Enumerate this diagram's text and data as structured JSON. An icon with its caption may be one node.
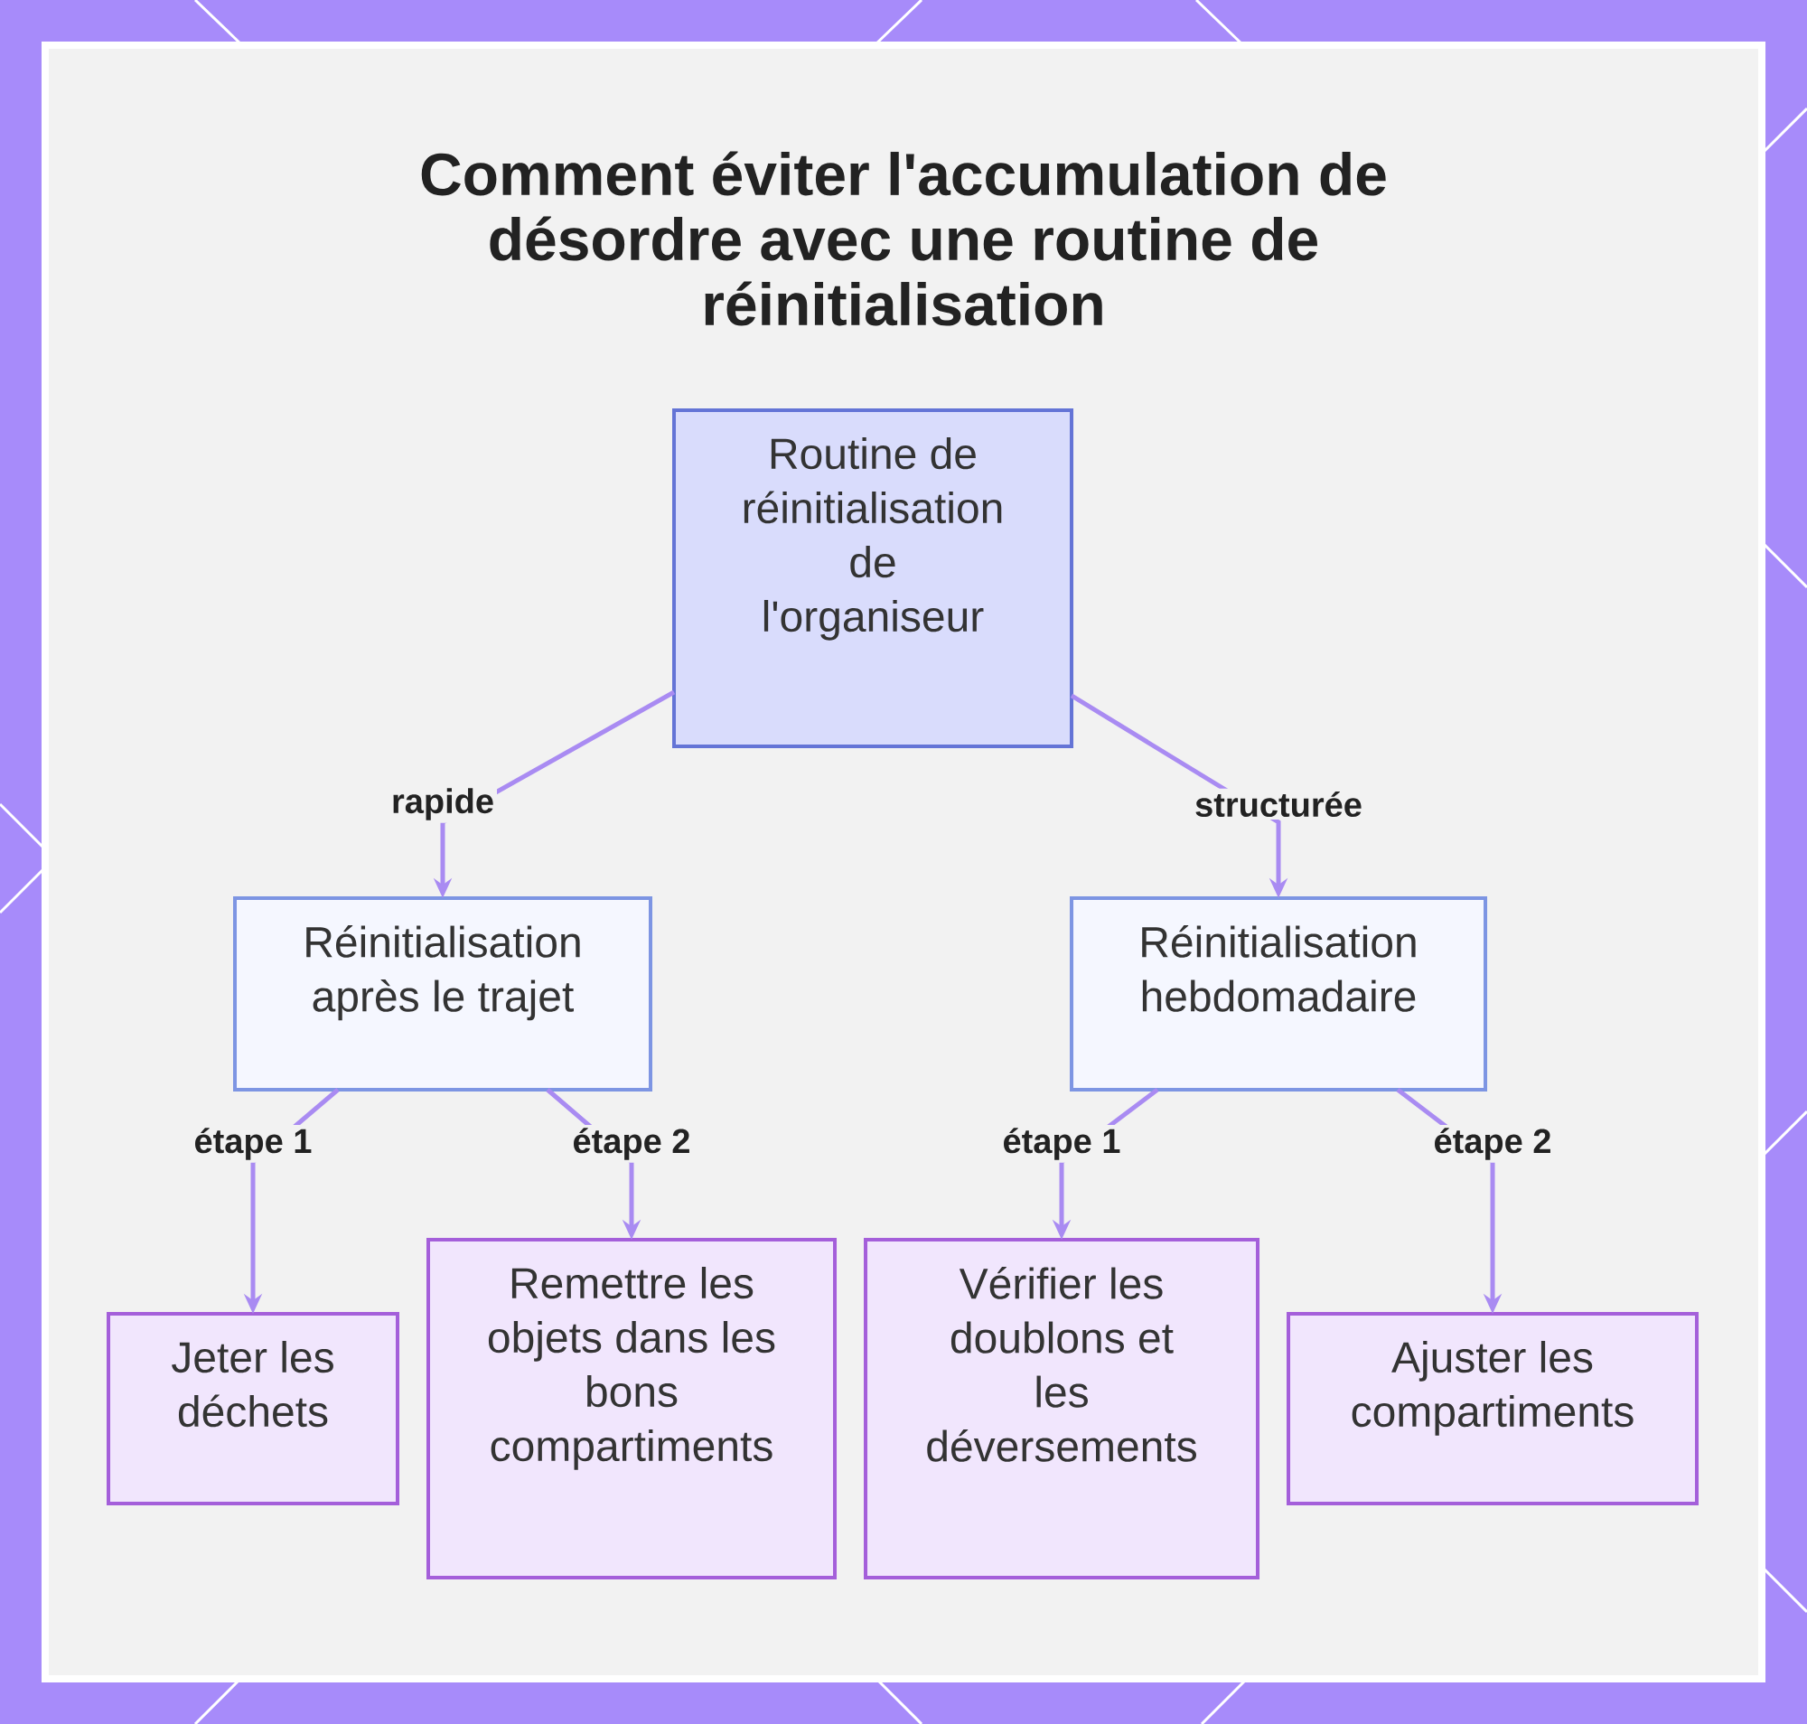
{
  "diagram": {
    "title": "Comment éviter l'accumulation de désordre avec une routine de réinitialisation",
    "nodes": [
      {
        "text": [
          "Routine de réinitialisation de l'organiseur"
        ]
      },
      {
        "text": [
          "Réinitialisation après le trajet"
        ]
      },
      {
        "text": [
          "Réinitialisation hebdomadaire"
        ]
      },
      {
        "text": [
          "Jeter les déchets"
        ]
      },
      {
        "text": [
          "Remettre les objets dans les bons compartiments"
        ]
      },
      {
        "text": [
          "Vérifier les doublons et les déversements"
        ]
      },
      {
        "text": [
          "Ajuster les compartiments"
        ]
      }
    ],
    "edges": [
      {
        "from": 0,
        "to": 1,
        "arrow": "to",
        "label": "rapide"
      },
      {
        "from": 0,
        "to": 2,
        "arrow": "to",
        "label": "structurée"
      },
      {
        "from": 1,
        "to": 3,
        "arrow": "to",
        "label": "étape 1"
      },
      {
        "from": 1,
        "to": 4,
        "arrow": "to",
        "label": "étape 2"
      },
      {
        "from": 2,
        "to": 5,
        "arrow": "to",
        "label": "étape 1"
      },
      {
        "from": 2,
        "to": 6,
        "arrow": "to",
        "label": "étape 2"
      }
    ]
  }
}
